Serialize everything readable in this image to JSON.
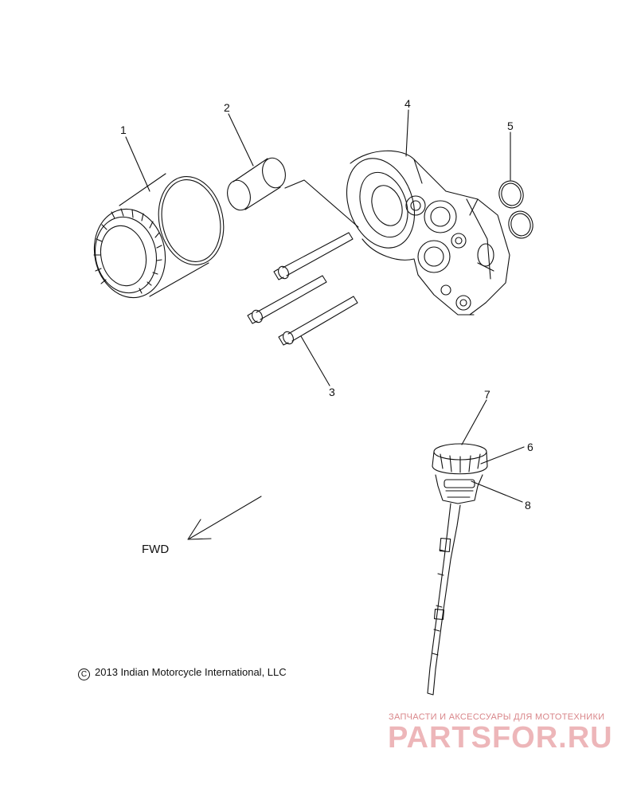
{
  "callouts": {
    "c1": "1",
    "c2": "2",
    "c3": "3",
    "c4": "4",
    "c5": "5",
    "c6": "6",
    "c7": "7",
    "c8": "8"
  },
  "direction_label": "FWD",
  "copyright_text": "2013 Indian Motorcycle International, LLC",
  "copyright_symbol": "C",
  "watermark": {
    "subtitle": "ЗАПЧАСТИ И АКСЕССУАРЫ ДЛЯ МОТОТЕХНИКИ",
    "brand": "PARTSFOR.RU"
  },
  "colors": {
    "line": "#111111",
    "watermark": "#e07b80"
  }
}
